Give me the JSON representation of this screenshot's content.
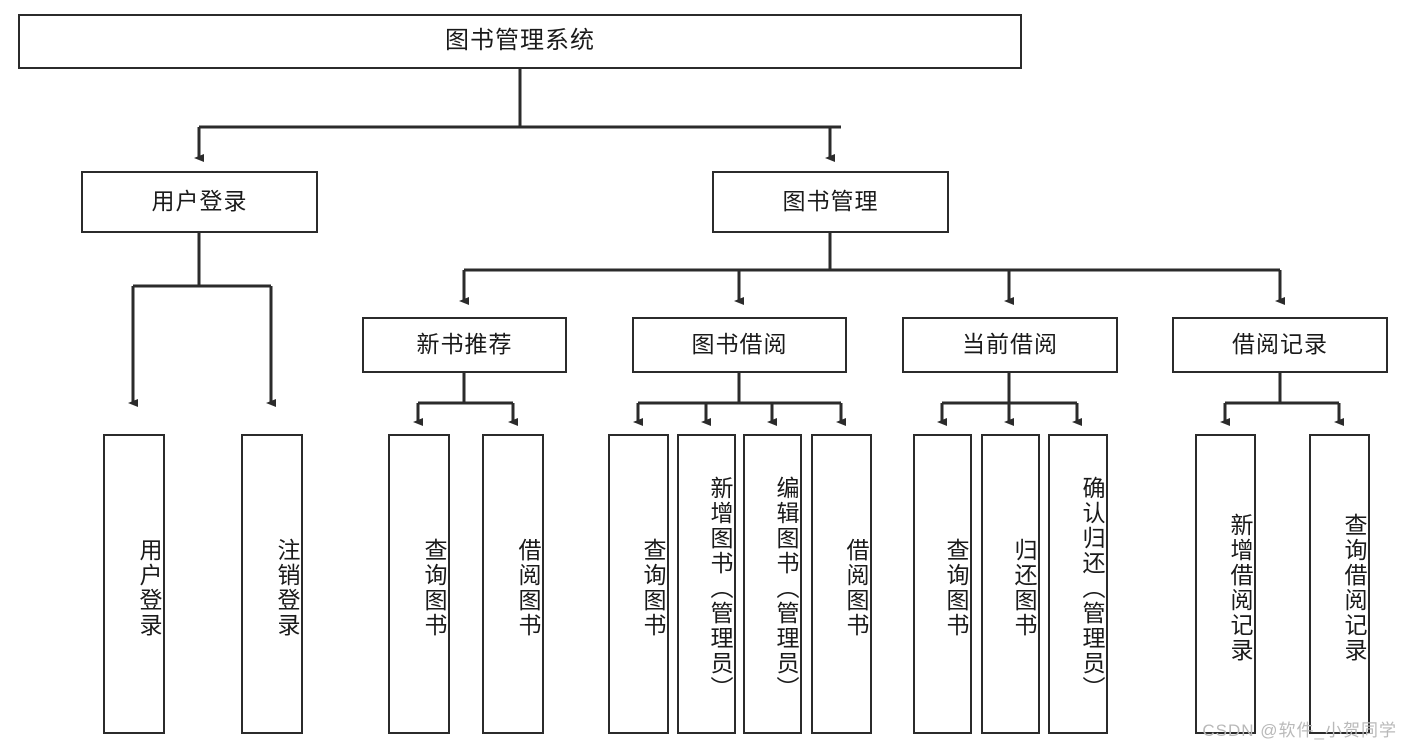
{
  "diagram": {
    "type": "tree",
    "title": "图书管理系统",
    "orientation": "top-down",
    "colors": {
      "box_border": "#2b2b2b",
      "box_fill": "#ffffff",
      "connector": "#2b2b2b",
      "text": "#1a1a1a",
      "watermark": "#b9b9b9",
      "background": "#ffffff"
    }
  },
  "watermark": {
    "text": "CSDN @软件_小贺同学"
  },
  "nodes": {
    "root": {
      "id": "root",
      "label": "图书管理系统",
      "level": 1
    },
    "level2": [
      {
        "id": "user-login",
        "label": "用户登录",
        "level": 2
      },
      {
        "id": "book-manage",
        "label": "图书管理",
        "level": 2
      }
    ],
    "level3": [
      {
        "id": "new-book-recommend",
        "label": "新书推荐",
        "level": 3,
        "parent": "book-manage"
      },
      {
        "id": "book-borrow",
        "label": "图书借阅",
        "level": 3,
        "parent": "book-manage"
      },
      {
        "id": "current-borrow",
        "label": "当前借阅",
        "level": 3,
        "parent": "book-manage"
      },
      {
        "id": "borrow-record",
        "label": "借阅记录",
        "level": 3,
        "parent": "book-manage"
      }
    ],
    "leaves": [
      {
        "id": "leaf-user-login",
        "label": "用户登录",
        "parent": "user-login"
      },
      {
        "id": "leaf-user-logout",
        "label": "注销登录",
        "parent": "user-login"
      },
      {
        "id": "leaf-query-book-1",
        "label": "查询图书",
        "parent": "new-book-recommend"
      },
      {
        "id": "leaf-borrow-book-1",
        "label": "借阅图书",
        "parent": "new-book-recommend"
      },
      {
        "id": "leaf-query-book-2",
        "label": "查询图书",
        "parent": "book-borrow"
      },
      {
        "id": "leaf-add-book",
        "label": "新增图书（管理员）",
        "parent": "book-borrow"
      },
      {
        "id": "leaf-edit-book",
        "label": "编辑图书（管理员）",
        "parent": "book-borrow"
      },
      {
        "id": "leaf-borrow-book-2",
        "label": "借阅图书",
        "parent": "book-borrow"
      },
      {
        "id": "leaf-query-book-3",
        "label": "查询图书",
        "parent": "current-borrow"
      },
      {
        "id": "leaf-return-book",
        "label": "归还图书",
        "parent": "current-borrow"
      },
      {
        "id": "leaf-confirm-return",
        "label": "确认归还（管理员）",
        "parent": "current-borrow"
      },
      {
        "id": "leaf-add-record",
        "label": "新增借阅记录",
        "parent": "borrow-record"
      },
      {
        "id": "leaf-query-record",
        "label": "查询借阅记录",
        "parent": "borrow-record"
      }
    ]
  }
}
